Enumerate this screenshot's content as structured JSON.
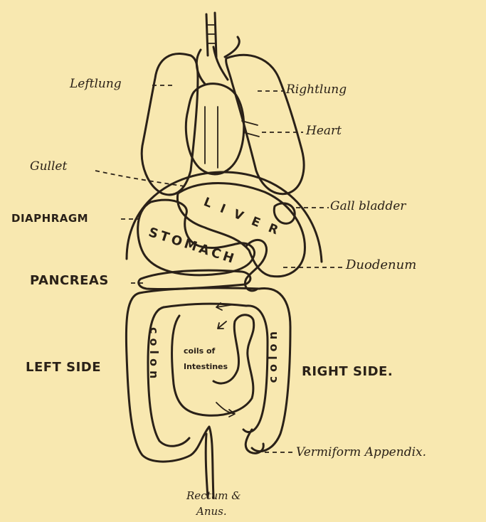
{
  "labels": {
    "left_lung": "Leftlung",
    "right_lung": "Rightlung",
    "heart": "Heart",
    "gullet": "Gullet",
    "gall_bladder": "Gall bladder",
    "diaphragm": "DIAPHRAGM",
    "duodenum": "Duodenum",
    "pancreas": "PANCREAS",
    "left_side": "LEFT SIDE",
    "right_side": "RIGHT SIDE.",
    "vermiform_appendix": "Vermiform Appendix.",
    "rectum_line1": "Rectum &",
    "rectum_line2": "Anus."
  },
  "organs": {
    "liver": "LIVER",
    "stomach": "STOMACH",
    "colon_left": "colon",
    "colon_right": "colon",
    "coils_line1": "coils of",
    "coils_line2": "Intestines"
  },
  "colors": {
    "paper": "#f8e8b0",
    "ink": "#2a2118"
  }
}
